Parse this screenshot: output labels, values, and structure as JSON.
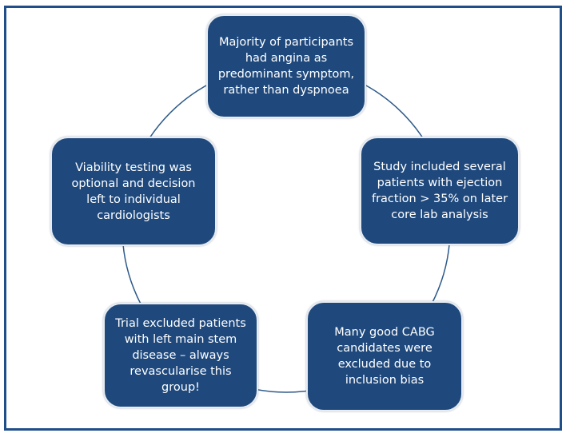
{
  "diagram": {
    "type": "cycle",
    "colors": {
      "node_fill": "#1f497d",
      "node_text": "#ffffff",
      "frame_border": "#1f4e89",
      "connector": "#2e5a8a"
    },
    "nodes": [
      {
        "id": "top",
        "text": "Majority  of participants had angina as predominant symptom, rather than dyspnoea"
      },
      {
        "id": "right",
        "text": "Study included several patients with ejection fraction > 35% on later core lab analysis"
      },
      {
        "id": "bottom-right",
        "text": "Many good CABG candidates were excluded due to inclusion bias"
      },
      {
        "id": "bottom-left",
        "text": "Trial excluded patients with left main stem disease – always revascularise this group!"
      },
      {
        "id": "left",
        "text": "Viability testing was optional and decision left to individual cardiologists"
      }
    ]
  }
}
